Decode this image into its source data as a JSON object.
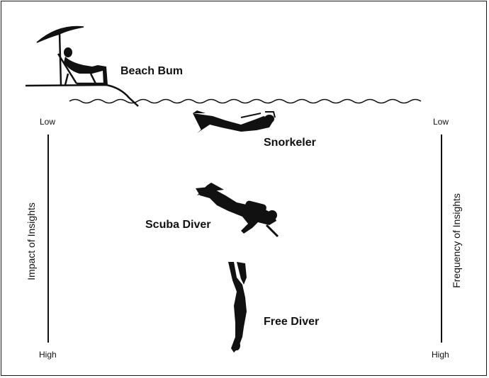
{
  "figures": {
    "beach_bum": "Beach Bum",
    "snorkeler": "Snorkeler",
    "scuba_diver": "Scuba Diver",
    "free_diver": "Free Diver"
  },
  "left_axis": {
    "title": "Impact of Insights",
    "top": "Low",
    "bottom": "High"
  },
  "right_axis": {
    "title": "Frequency of Insights",
    "top": "Low",
    "bottom": "High"
  },
  "colors": {
    "ink": "#111111",
    "background": "#ffffff"
  },
  "icons": [
    "umbrella-icon",
    "lounger-person-icon",
    "wave-line",
    "snorkeler-icon",
    "scuba-diver-icon",
    "free-diver-icon"
  ]
}
